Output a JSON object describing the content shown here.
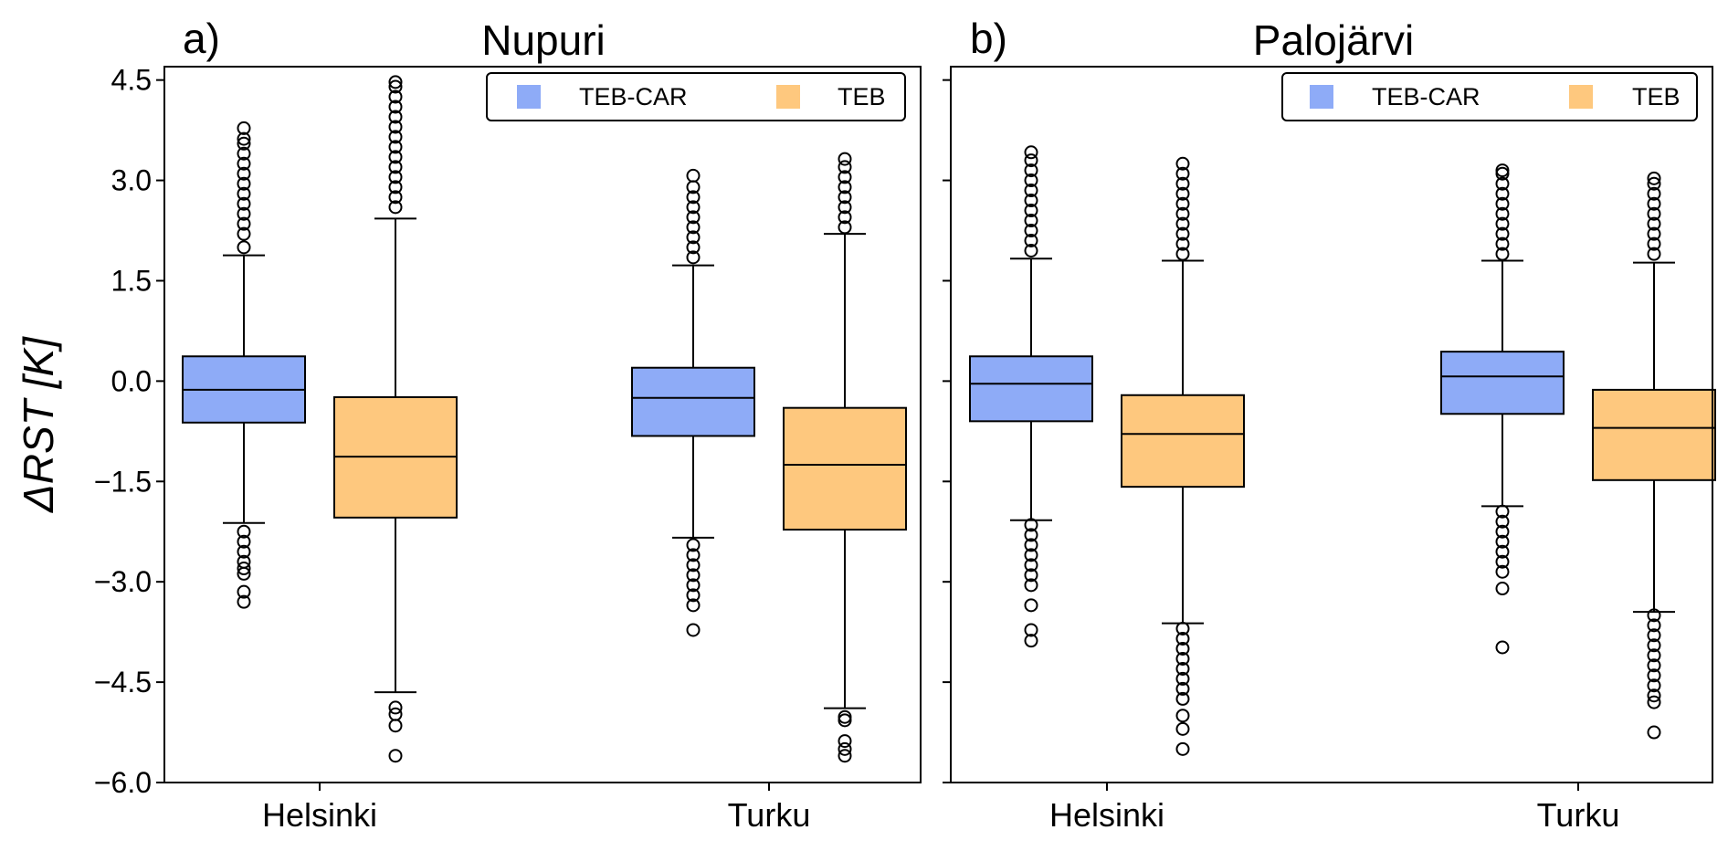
{
  "figure": {
    "ylabel": "ΔRST [K]"
  },
  "chart_data": [
    {
      "type": "box",
      "panel_letter": "a)",
      "title": "Nupuri",
      "categories": [
        "Helsinki",
        "Turku"
      ],
      "ylim": [
        -6.0,
        4.7
      ],
      "yticks": [
        "4.5",
        "3.0",
        "1.5",
        "0.0",
        "−1.5",
        "−3.0",
        "−4.5",
        "−6.0"
      ],
      "ytick_values": [
        4.5,
        3.0,
        1.5,
        0.0,
        -1.5,
        -3.0,
        -4.5,
        -6.0
      ],
      "legend": {
        "placement": "top-right",
        "entries": [
          "TEB-CAR",
          "TEB"
        ]
      },
      "series": [
        {
          "name": "TEB-CAR",
          "color": "#8eabf7",
          "boxes": [
            {
              "category": "Helsinki",
              "whislo": -2.12,
              "q1": -0.62,
              "med": -0.13,
              "q3": 0.37,
              "whishi": 1.88,
              "fliers": [
                2.0,
                2.2,
                2.35,
                2.5,
                2.65,
                2.8,
                2.95,
                3.1,
                3.25,
                3.4,
                3.55,
                3.62,
                3.78,
                -2.25,
                -2.4,
                -2.55,
                -2.7,
                -2.8,
                -2.88,
                -3.15,
                -3.3
              ]
            },
            {
              "category": "Turku",
              "whislo": -2.34,
              "q1": -0.82,
              "med": -0.25,
              "q3": 0.2,
              "whishi": 1.73,
              "fliers": [
                1.85,
                2.0,
                2.15,
                2.3,
                2.45,
                2.6,
                2.75,
                2.9,
                3.07,
                -2.45,
                -2.6,
                -2.75,
                -2.9,
                -3.05,
                -3.2,
                -3.35,
                -3.72
              ]
            }
          ]
        },
        {
          "name": "TEB",
          "color": "#fec87e",
          "boxes": [
            {
              "category": "Helsinki",
              "whislo": -4.65,
              "q1": -2.04,
              "med": -1.13,
              "q3": -0.24,
              "whishi": 2.43,
              "fliers": [
                2.6,
                2.75,
                2.9,
                3.05,
                3.2,
                3.35,
                3.5,
                3.65,
                3.8,
                3.95,
                4.1,
                4.25,
                4.4,
                4.47,
                -4.88,
                -4.98,
                -5.15,
                -5.6
              ]
            },
            {
              "category": "Turku",
              "whislo": -4.89,
              "q1": -2.22,
              "med": -1.25,
              "q3": -0.4,
              "whishi": 2.2,
              "fliers": [
                2.3,
                2.45,
                2.6,
                2.75,
                2.9,
                3.05,
                3.2,
                3.32,
                -5.02,
                -5.07,
                -5.38,
                -5.5,
                -5.6
              ]
            }
          ]
        }
      ]
    },
    {
      "type": "box",
      "panel_letter": "b)",
      "title": "Palojärvi",
      "categories": [
        "Helsinki",
        "Turku"
      ],
      "ylim": [
        -6.0,
        4.7
      ],
      "legend": {
        "placement": "top-right",
        "entries": [
          "TEB-CAR",
          "TEB"
        ]
      },
      "series": [
        {
          "name": "TEB-CAR",
          "color": "#8eabf7",
          "boxes": [
            {
              "category": "Helsinki",
              "whislo": -2.08,
              "q1": -0.6,
              "med": -0.04,
              "q3": 0.37,
              "whishi": 1.83,
              "fliers": [
                1.95,
                2.1,
                2.25,
                2.4,
                2.55,
                2.7,
                2.85,
                3.0,
                3.15,
                3.3,
                3.42,
                -2.15,
                -2.3,
                -2.45,
                -2.6,
                -2.75,
                -2.9,
                -3.05,
                -3.35,
                -3.72,
                -3.88
              ]
            },
            {
              "category": "Turku",
              "whislo": -1.87,
              "q1": -0.49,
              "med": 0.07,
              "q3": 0.44,
              "whishi": 1.8,
              "fliers": [
                1.9,
                2.05,
                2.2,
                2.35,
                2.5,
                2.65,
                2.8,
                2.95,
                3.1,
                3.15,
                -1.95,
                -2.1,
                -2.25,
                -2.4,
                -2.55,
                -2.7,
                -2.85,
                -3.1,
                -3.98
              ]
            }
          ]
        },
        {
          "name": "TEB",
          "color": "#fec87e",
          "boxes": [
            {
              "category": "Helsinki",
              "whislo": -3.62,
              "q1": -1.58,
              "med": -0.79,
              "q3": -0.21,
              "whishi": 1.8,
              "fliers": [
                1.9,
                2.05,
                2.2,
                2.35,
                2.5,
                2.65,
                2.8,
                2.95,
                3.1,
                3.25,
                -3.7,
                -3.85,
                -4.0,
                -4.15,
                -4.3,
                -4.45,
                -4.6,
                -4.75,
                -5.0,
                -5.2,
                -5.5
              ]
            },
            {
              "category": "Turku",
              "whislo": -3.45,
              "q1": -1.48,
              "med": -0.7,
              "q3": -0.13,
              "whishi": 1.77,
              "fliers": [
                1.9,
                2.05,
                2.2,
                2.35,
                2.5,
                2.65,
                2.8,
                2.95,
                3.03,
                -3.5,
                -3.65,
                -3.8,
                -3.95,
                -4.1,
                -4.25,
                -4.4,
                -4.55,
                -4.7,
                -4.8,
                -5.25
              ]
            }
          ]
        }
      ]
    }
  ]
}
